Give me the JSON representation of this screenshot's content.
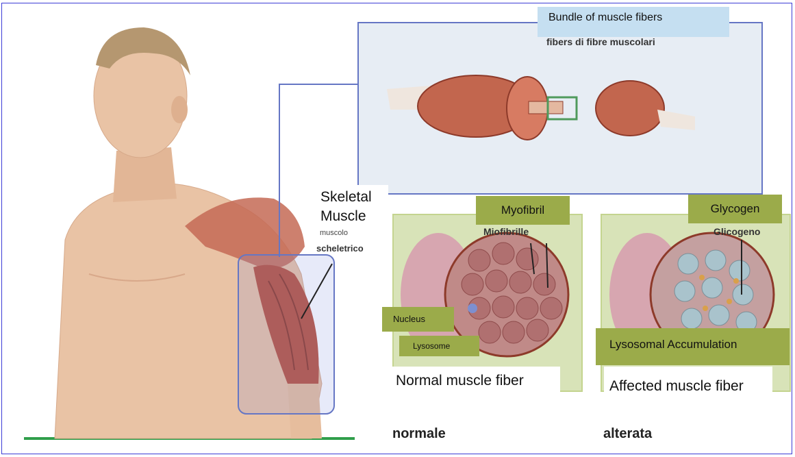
{
  "labels": {
    "bundle": "Bundle of muscle fibers",
    "bundle_orig": "fibers di fibre muscolari",
    "skeletal": "Skeletal Muscle",
    "skeletal_orig_1": "muscolo",
    "skeletal_orig_2": "scheletrico",
    "myofibril": "Myofibril",
    "myofibril_orig": "Miofibrille",
    "glycogen": "Glycogen",
    "glycogen_orig": "Glicogeno",
    "nucleus": "Nucleus",
    "lysosome": "Lysosome",
    "lysosomal": "Lysosomal Accumulation",
    "normal": "Normal muscle fiber",
    "affected": "Affected muscle fiber",
    "normale": "normale",
    "alterata": "alterata"
  },
  "colors": {
    "border": "#3b3bd6",
    "label_green": "#9bab4a",
    "label_blue": "#c5dff1",
    "skin": "#e9c3a5",
    "muscle": "#b9543f",
    "panel": "#e7edf4",
    "fiber_panel": "#d8e3b8"
  }
}
